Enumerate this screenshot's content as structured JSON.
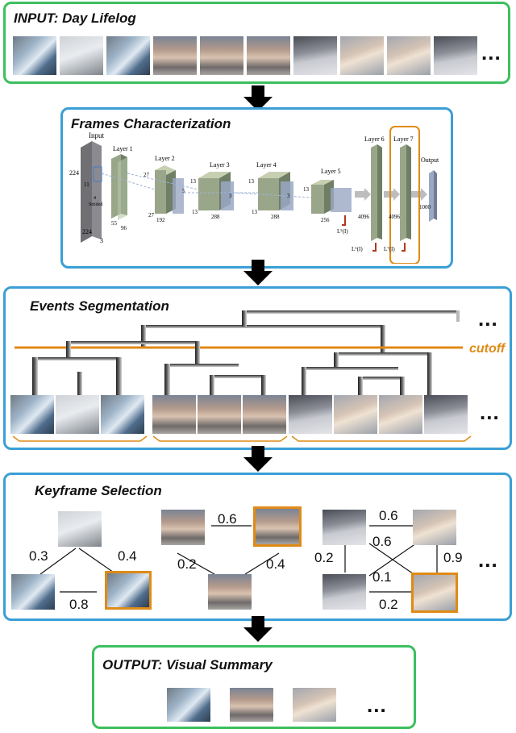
{
  "panels": {
    "input": {
      "title": "INPUT: Day Lifelog",
      "ellipsis": "..."
    },
    "frames": {
      "title": "Frames Characterization",
      "cnn": {
        "input_label": "Input",
        "dim_224a": "224",
        "dim_224b": "224",
        "dim_3": "3",
        "dim_11": "11",
        "stride_label": "4\nStrided",
        "layer1": "Layer 1",
        "l1_55": "55",
        "l1_96": "96",
        "layer2": "Layer 2",
        "l2_27a": "27",
        "l2_27b": "27",
        "l2_192": "192",
        "l2_5": "5",
        "layer3": "Layer 3",
        "l3_13a": "13",
        "l3_13b": "13",
        "l3_288": "288",
        "l3_3": "3",
        "layer4": "Layer 4",
        "l4_13a": "13",
        "l4_13b": "13",
        "l4_288": "288",
        "l4_3": "3",
        "layer5": "Layer 5",
        "l5_13": "13",
        "l5_256": "256",
        "l5_feat": "L⁵(I)",
        "layer6": "Layer 6",
        "l6_4096": "4096",
        "l6_feat": "L⁶(I)",
        "layer7": "Layer 7",
        "l7_4096": "4096",
        "l7_feat": "L⁷(I)",
        "output": "Output",
        "out_1000": "1000"
      }
    },
    "events": {
      "title": "Events Segmentation",
      "cutoff": "cutoff",
      "ellipsis": "..."
    },
    "keyframe": {
      "title": "Keyframe Selection",
      "g1": {
        "w_tl": "0.3",
        "w_tr": "0.4",
        "w_b": "0.8"
      },
      "g2": {
        "w_t": "0.6",
        "w_l": "0.2",
        "w_r": "0.4"
      },
      "g3": {
        "w_t": "0.6",
        "w_x": "0.6",
        "w_l": "0.2",
        "w_r": "0.9",
        "w_c": "0.1",
        "w_b": "0.2"
      },
      "ellipsis": "..."
    },
    "output": {
      "title": "OUTPUT: Visual Summary",
      "ellipsis": "..."
    }
  },
  "colors": {
    "green_border": "#3cbf5f",
    "blue_border": "#3a9fd6",
    "orange": "#e08a16",
    "arrow": "#000000"
  }
}
